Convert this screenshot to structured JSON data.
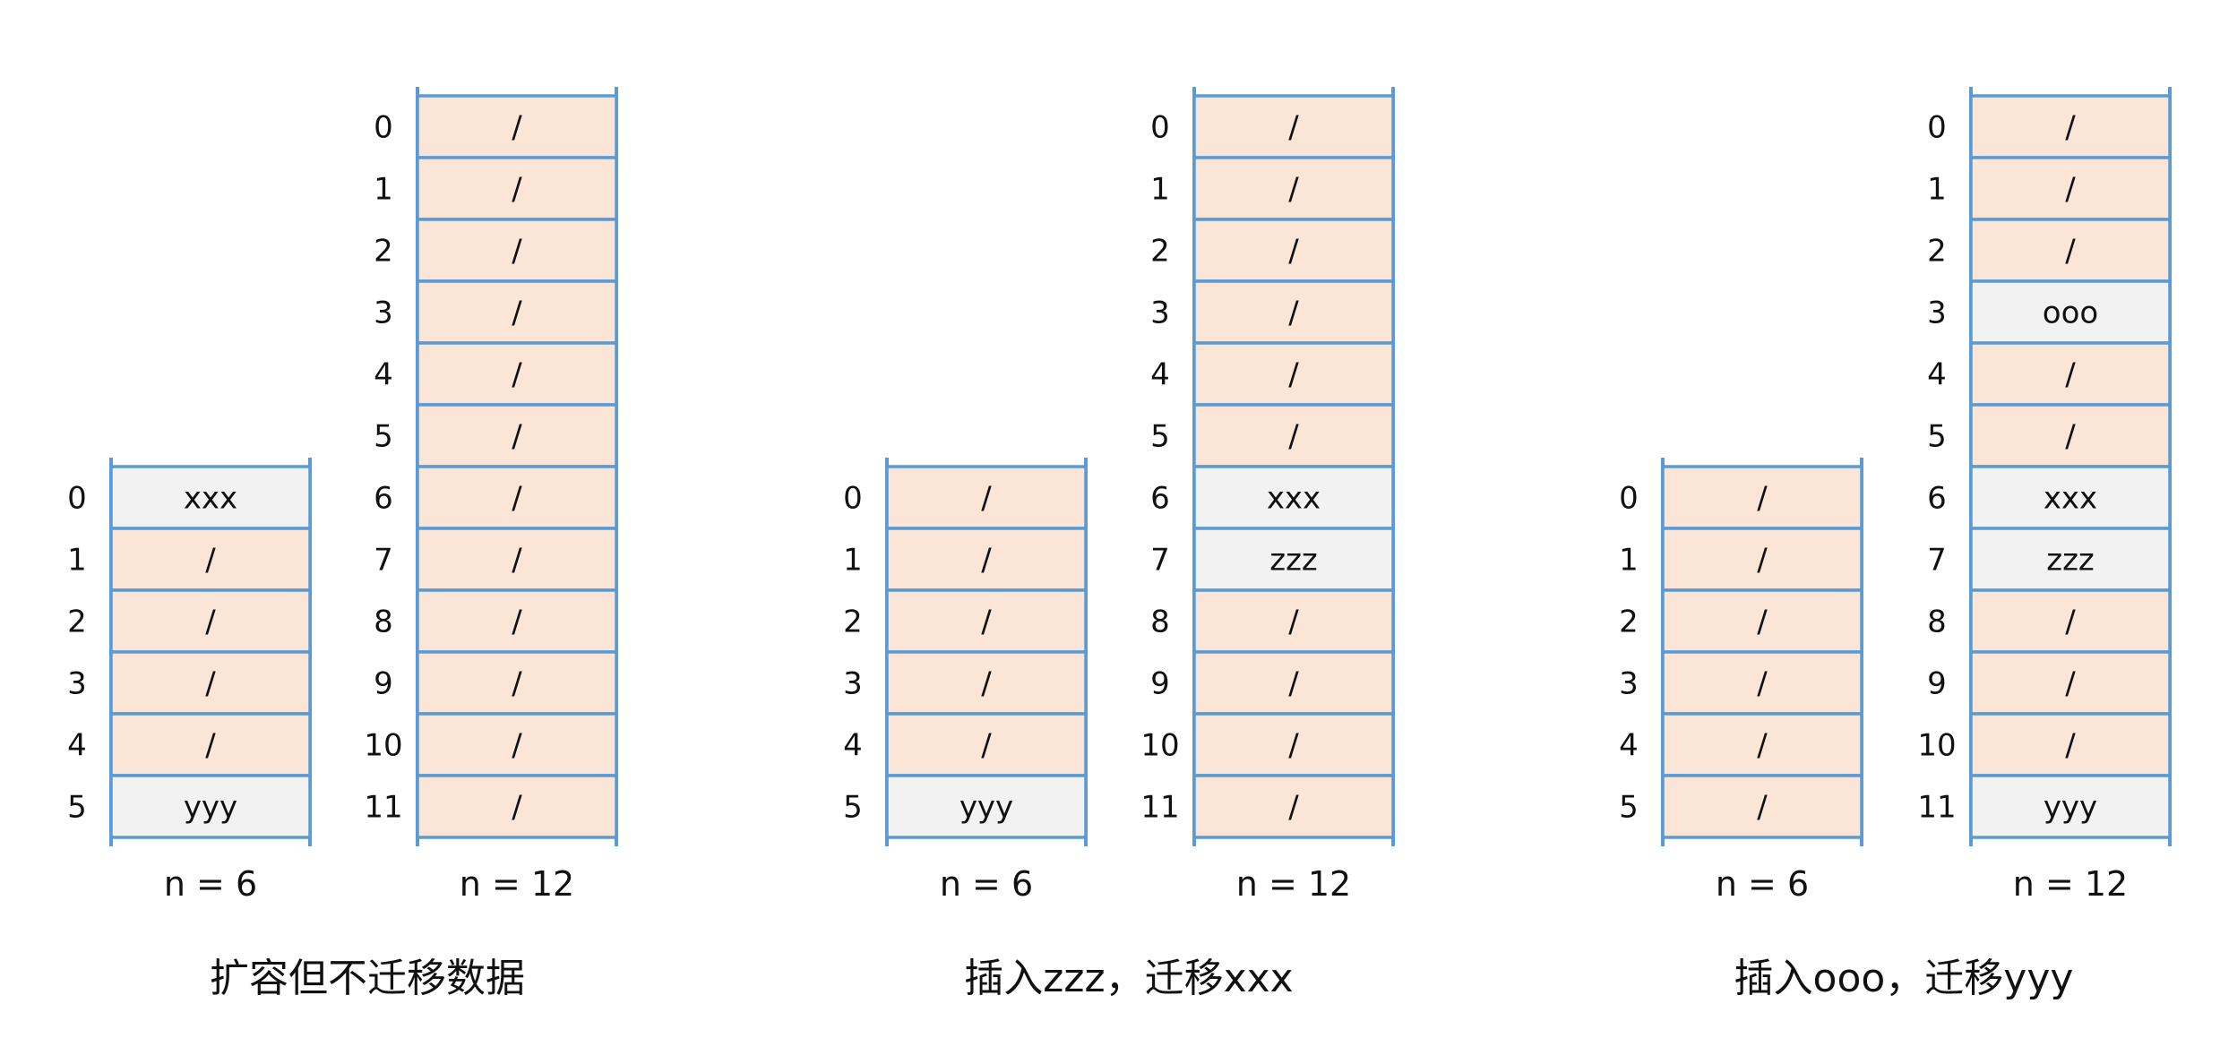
{
  "colors": {
    "border": "#5b9bd5",
    "empty_fill": "#fbe5d6",
    "filled_fill": "#f2f2f2",
    "text": "#111111"
  },
  "panels": [
    {
      "caption": "扩容但不迁移数据",
      "old_table": {
        "size_label": "n = 6",
        "slots": [
          "xxx",
          "/",
          "/",
          "/",
          "/",
          "yyy"
        ]
      },
      "new_table": {
        "size_label": "n = 12",
        "slots": [
          "/",
          "/",
          "/",
          "/",
          "/",
          "/",
          "/",
          "/",
          "/",
          "/",
          "/",
          "/"
        ]
      }
    },
    {
      "caption": "插入zzz，迁移xxx",
      "old_table": {
        "size_label": "n = 6",
        "slots": [
          "/",
          "/",
          "/",
          "/",
          "/",
          "yyy"
        ]
      },
      "new_table": {
        "size_label": "n = 12",
        "slots": [
          "/",
          "/",
          "/",
          "/",
          "/",
          "/",
          "xxx",
          "zzz",
          "/",
          "/",
          "/",
          "/"
        ]
      }
    },
    {
      "caption": "插入ooo，迁移yyy",
      "old_table": {
        "size_label": "n = 6",
        "slots": [
          "/",
          "/",
          "/",
          "/",
          "/",
          "/"
        ]
      },
      "new_table": {
        "size_label": "n = 12",
        "slots": [
          "/",
          "/",
          "/",
          "ooo",
          "/",
          "/",
          "xxx",
          "zzz",
          "/",
          "/",
          "/",
          "yyy"
        ]
      }
    }
  ]
}
